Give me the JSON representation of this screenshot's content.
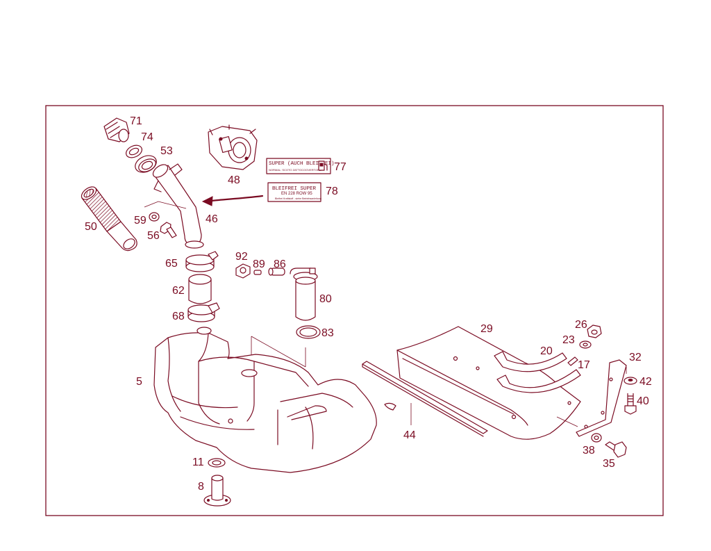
{
  "diagram": {
    "part_numbers": {
      "p71": "71",
      "p74": "74",
      "p53": "53",
      "p48": "48",
      "p77": "77",
      "p78": "78",
      "p50": "50",
      "p59": "59",
      "p56": "56",
      "p46": "46",
      "p65": "65",
      "p62": "62",
      "p68": "68",
      "p92": "92",
      "p89": "89",
      "p86": "86",
      "p80": "80",
      "p83": "83",
      "p5": "5",
      "p11": "11",
      "p8": "8",
      "p29": "29",
      "p26": "26",
      "p23": "23",
      "p20": "20",
      "p17": "17",
      "p32": "32",
      "p42": "42",
      "p40": "40",
      "p44": "44",
      "p38": "38",
      "p35": "35"
    },
    "label_77": {
      "line1": "SUPER (AUCH BLEIFREI)",
      "line2": "NORMAL: SCOTO ZATTOCOGVERTORE"
    },
    "label_78": {
      "line1": "BLEIFREI SUPER",
      "line2": "EN 228 ROW 95",
      "line3": "Bleifrei Kraftstoff - siehe Betriebsanleitung"
    }
  }
}
